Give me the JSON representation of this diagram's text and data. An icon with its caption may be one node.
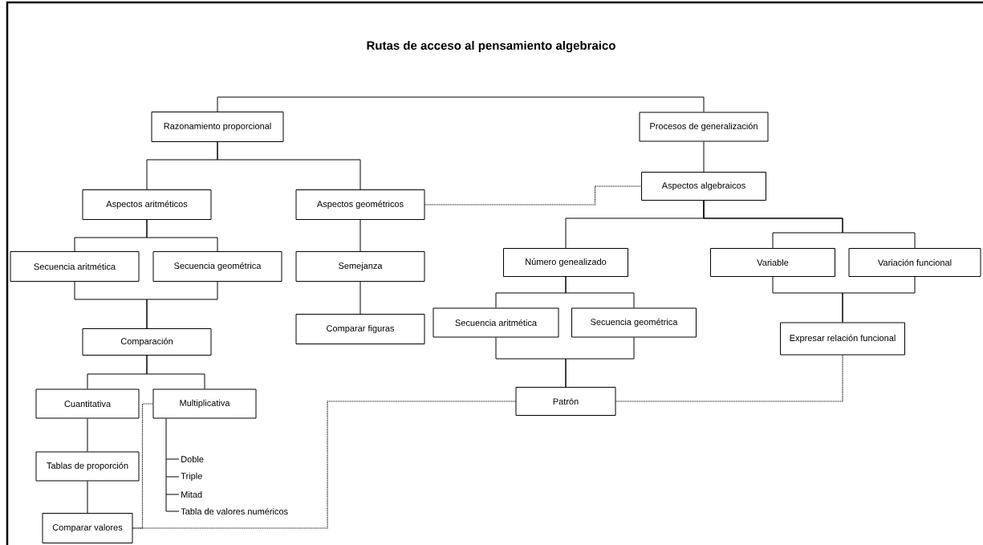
{
  "diagram": {
    "title": "Rutas de acceso al pensamiento algebraico",
    "nodes": [
      {
        "text": [
          "Razonamiento proporcional"
        ]
      },
      {
        "text": [
          "Procesos de generalización"
        ]
      },
      {
        "text": [
          "Aspectos aritméticos"
        ]
      },
      {
        "text": [
          "Aspectos geométricos"
        ]
      },
      {
        "text": [
          "Aspectos algebraicos"
        ]
      },
      {
        "text": [
          "Secuencia aritmética"
        ]
      },
      {
        "text": [
          "Secuencia geométrica"
        ]
      },
      {
        "text": [
          "Semejanza"
        ]
      },
      {
        "text": [
          "Número genealizado"
        ]
      },
      {
        "text": [
          "Variable"
        ]
      },
      {
        "text": [
          "Variación funcional"
        ]
      },
      {
        "text": [
          "Comparar figuras"
        ]
      },
      {
        "text": [
          "Secuencia aritmética"
        ]
      },
      {
        "text": [
          "Secuencia geométrica"
        ]
      },
      {
        "text": [
          "Comparación"
        ]
      },
      {
        "text": [
          "Expresar relación funcional"
        ]
      },
      {
        "text": [
          "Cuantitativa"
        ]
      },
      {
        "text": [
          "Multiplicativa"
        ]
      },
      {
        "text": [
          "Patrón"
        ]
      },
      {
        "text": [
          "Tablas de proporción"
        ]
      },
      {
        "text": [
          "Comparar valores"
        ]
      },
      {
        "text": [
          "Doble"
        ]
      },
      {
        "text": [
          "Triple"
        ]
      },
      {
        "text": [
          "Mitad"
        ]
      },
      {
        "text": [
          "Tabla de valores numéricos"
        ]
      }
    ],
    "edges": [
      {
        "from": 0,
        "to": 1,
        "arrow": "none"
      },
      {
        "from": 0,
        "to": 2,
        "arrow": "none"
      },
      {
        "from": 0,
        "to": 3,
        "arrow": "none"
      },
      {
        "from": 1,
        "to": 4,
        "arrow": "none"
      },
      {
        "from": 2,
        "to": 5,
        "arrow": "none"
      },
      {
        "from": 2,
        "to": 6,
        "arrow": "none"
      },
      {
        "from": 3,
        "to": 7,
        "arrow": "none"
      },
      {
        "from": 7,
        "to": 11,
        "arrow": "none"
      },
      {
        "from": 4,
        "to": 8,
        "arrow": "none"
      },
      {
        "from": 4,
        "to": 9,
        "arrow": "none"
      },
      {
        "from": 4,
        "to": 10,
        "arrow": "none"
      },
      {
        "from": 5,
        "to": 14,
        "arrow": "none"
      },
      {
        "from": 6,
        "to": 14,
        "arrow": "none"
      },
      {
        "from": 8,
        "to": 12,
        "arrow": "none"
      },
      {
        "from": 8,
        "to": 13,
        "arrow": "none"
      },
      {
        "from": 9,
        "to": 15,
        "arrow": "none"
      },
      {
        "from": 10,
        "to": 15,
        "arrow": "none"
      },
      {
        "from": 12,
        "to": 18,
        "arrow": "none"
      },
      {
        "from": 13,
        "to": 18,
        "arrow": "none"
      },
      {
        "from": 14,
        "to": 16,
        "arrow": "none"
      },
      {
        "from": 14,
        "to": 17,
        "arrow": "none"
      },
      {
        "from": 16,
        "to": 19,
        "arrow": "none"
      },
      {
        "from": 19,
        "to": 20,
        "arrow": "none"
      },
      {
        "from": 17,
        "to": 21,
        "arrow": "none"
      },
      {
        "from": 17,
        "to": 22,
        "arrow": "none"
      },
      {
        "from": 17,
        "to": 23,
        "arrow": "none"
      },
      {
        "from": 17,
        "to": 24,
        "arrow": "none"
      },
      {
        "from": 3,
        "to": 4,
        "arrow": "none",
        "style": "dashed"
      },
      {
        "from": 20,
        "to": 17,
        "arrow": "none",
        "style": "dashed"
      },
      {
        "from": 20,
        "to": 18,
        "arrow": "none",
        "style": "dashed"
      },
      {
        "from": 18,
        "to": 15,
        "arrow": "none",
        "style": "dashed"
      }
    ]
  }
}
